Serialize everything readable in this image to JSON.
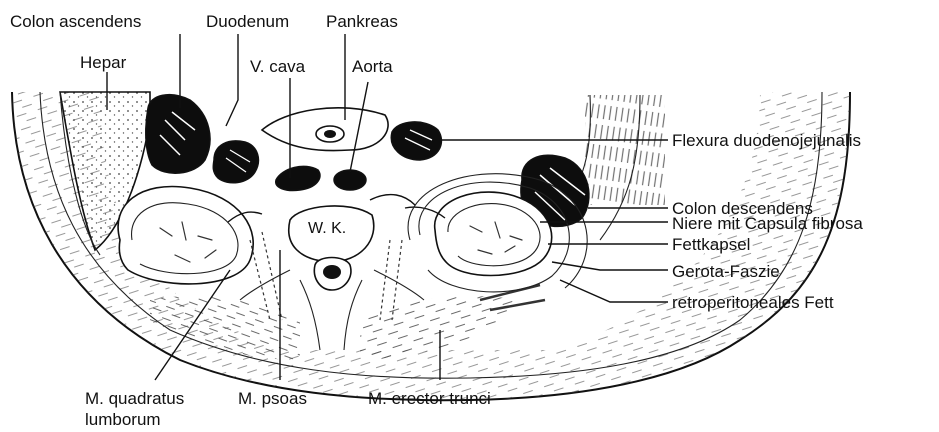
{
  "labels": {
    "colon_ascendens": "Colon ascendens",
    "duodenum": "Duodenum",
    "pankreas": "Pankreas",
    "hepar": "Hepar",
    "v_cava": "V. cava",
    "aorta": "Aorta",
    "wk": "W. K.",
    "flexura": "Flexura duodenojejunalis",
    "colon_descendens": "Colon descendens",
    "niere": "Niere mit Capsula fibrosa",
    "fettkapsel": "Fettkapsel",
    "gerota": "Gerota-Faszie",
    "retro_fett": "retroperitoneales Fett",
    "quadratus_1": "M. quadratus",
    "quadratus_2": "lumborum",
    "psoas": "M. psoas",
    "erector": "M. erector trunci"
  }
}
